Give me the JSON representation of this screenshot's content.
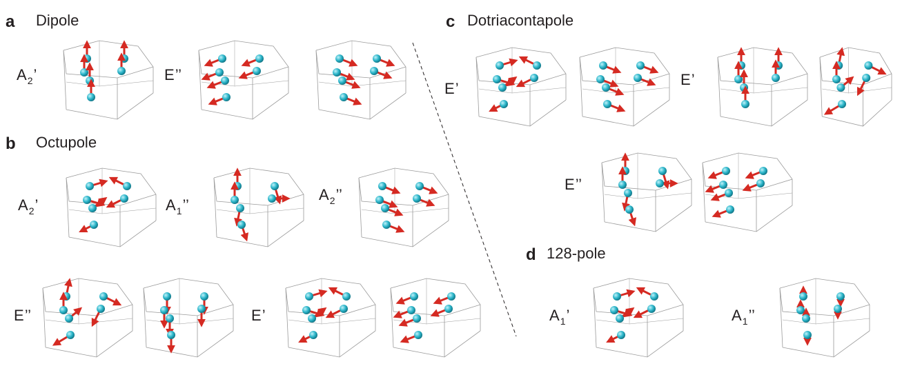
{
  "colors": {
    "atom": "#2bb5c9",
    "arrow": "#d52a22",
    "frame": "#9a9a9a"
  },
  "panels": {
    "a": {
      "letter": "a",
      "title": "Dipole"
    },
    "b": {
      "letter": "b",
      "title": "Octupole"
    },
    "c": {
      "letter": "c",
      "title": "Dotriacontapole"
    },
    "d": {
      "letter": "d",
      "title": "128-pole"
    }
  },
  "labels": {
    "a_A2p": {
      "base": "A",
      "sub": "2",
      "prime": "’"
    },
    "a_E2": {
      "base": "E",
      "sub": "",
      "prime": "’’"
    },
    "b_A2p": {
      "base": "A",
      "sub": "2",
      "prime": "’"
    },
    "b_A1pp": {
      "base": "A",
      "sub": "1",
      "prime": "’’"
    },
    "b_A2pp": {
      "base": "A",
      "sub": "2",
      "prime": "’’"
    },
    "b_E2": {
      "base": "E",
      "sub": "",
      "prime": "’’"
    },
    "b_E1": {
      "base": "E",
      "sub": "",
      "prime": "’"
    },
    "c_E1a": {
      "base": "E",
      "sub": "",
      "prime": "’"
    },
    "c_E1b": {
      "base": "E",
      "sub": "",
      "prime": "’"
    },
    "c_E2": {
      "base": "E",
      "sub": "",
      "prime": "’’"
    },
    "d_A1p": {
      "base": "A",
      "sub": "1",
      "prime": "’"
    },
    "d_A1pp": {
      "base": "A",
      "sub": "1",
      "prime": "’’"
    }
  },
  "modes": [
    {
      "id": "a_A2p_1",
      "pattern": "up"
    },
    {
      "id": "a_E2_1",
      "pattern": "left"
    },
    {
      "id": "a_E2_2",
      "pattern": "right"
    },
    {
      "id": "b_A2p_1",
      "pattern": "rotate"
    },
    {
      "id": "b_A1pp_1",
      "pattern": "twist"
    },
    {
      "id": "b_A2pp_1",
      "pattern": "right"
    },
    {
      "id": "b_E2_1",
      "pattern": "mixed"
    },
    {
      "id": "b_E2_2",
      "pattern": "down"
    },
    {
      "id": "b_E1_1",
      "pattern": "rotate"
    },
    {
      "id": "b_E1_2",
      "pattern": "left"
    },
    {
      "id": "c_E1a_1",
      "pattern": "rotate"
    },
    {
      "id": "c_E1a_2",
      "pattern": "right"
    },
    {
      "id": "c_E1b_1",
      "pattern": "up"
    },
    {
      "id": "c_E1b_2",
      "pattern": "mixed"
    },
    {
      "id": "c_E2_1",
      "pattern": "twist"
    },
    {
      "id": "c_E2_2",
      "pattern": "left"
    },
    {
      "id": "d_A1p_1",
      "pattern": "rotate"
    },
    {
      "id": "d_A1pp_1",
      "pattern": "stack"
    }
  ]
}
